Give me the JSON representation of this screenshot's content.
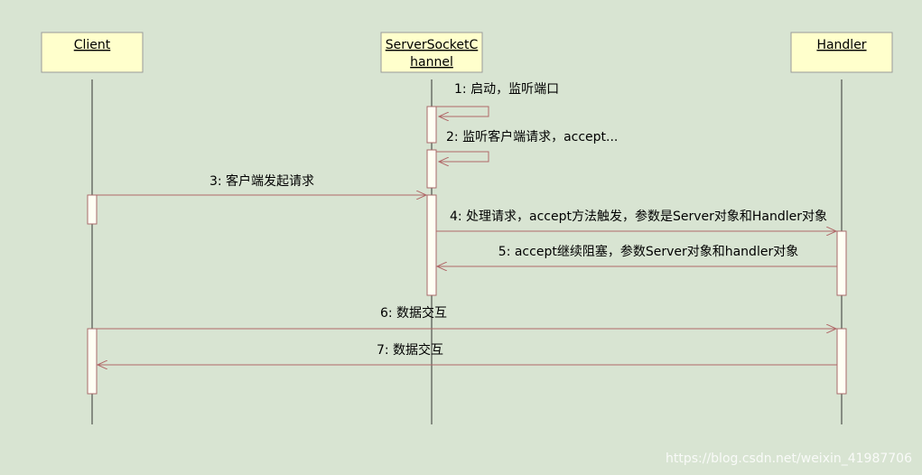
{
  "participants": [
    {
      "id": "client",
      "label_lines": [
        "Client"
      ]
    },
    {
      "id": "server",
      "label_lines": [
        "ServerSocketC",
        "hannel"
      ]
    },
    {
      "id": "handler",
      "label_lines": [
        "Handler"
      ]
    }
  ],
  "messages": [
    {
      "id": "m1",
      "label": "1: 启动，监听端口",
      "kind": "self"
    },
    {
      "id": "m2",
      "label": "2: 监听客户端请求，accept...",
      "kind": "self"
    },
    {
      "id": "m3",
      "label": "3: 客户端发起请求",
      "kind": "call"
    },
    {
      "id": "m4",
      "label": "4: 处理请求，accept方法触发，参数是Server对象和Handler对象",
      "kind": "call"
    },
    {
      "id": "m5",
      "label": "5: accept继续阻塞，参数Server对象和handler对象",
      "kind": "return"
    },
    {
      "id": "m6",
      "label": "6: 数据交互",
      "kind": "call"
    },
    {
      "id": "m7",
      "label": "7: 数据交互",
      "kind": "return"
    }
  ],
  "watermark": "https://blog.csdn.net/weixin_41987706",
  "colors": {
    "background": "#d8e4d2",
    "participant_fill": "#ffffcc",
    "participant_stroke": "#9a9a9a",
    "lifeline": "#333333",
    "activation_fill": "#fffff4",
    "activation_stroke": "#a86a6a",
    "arrow": "#b06868"
  }
}
